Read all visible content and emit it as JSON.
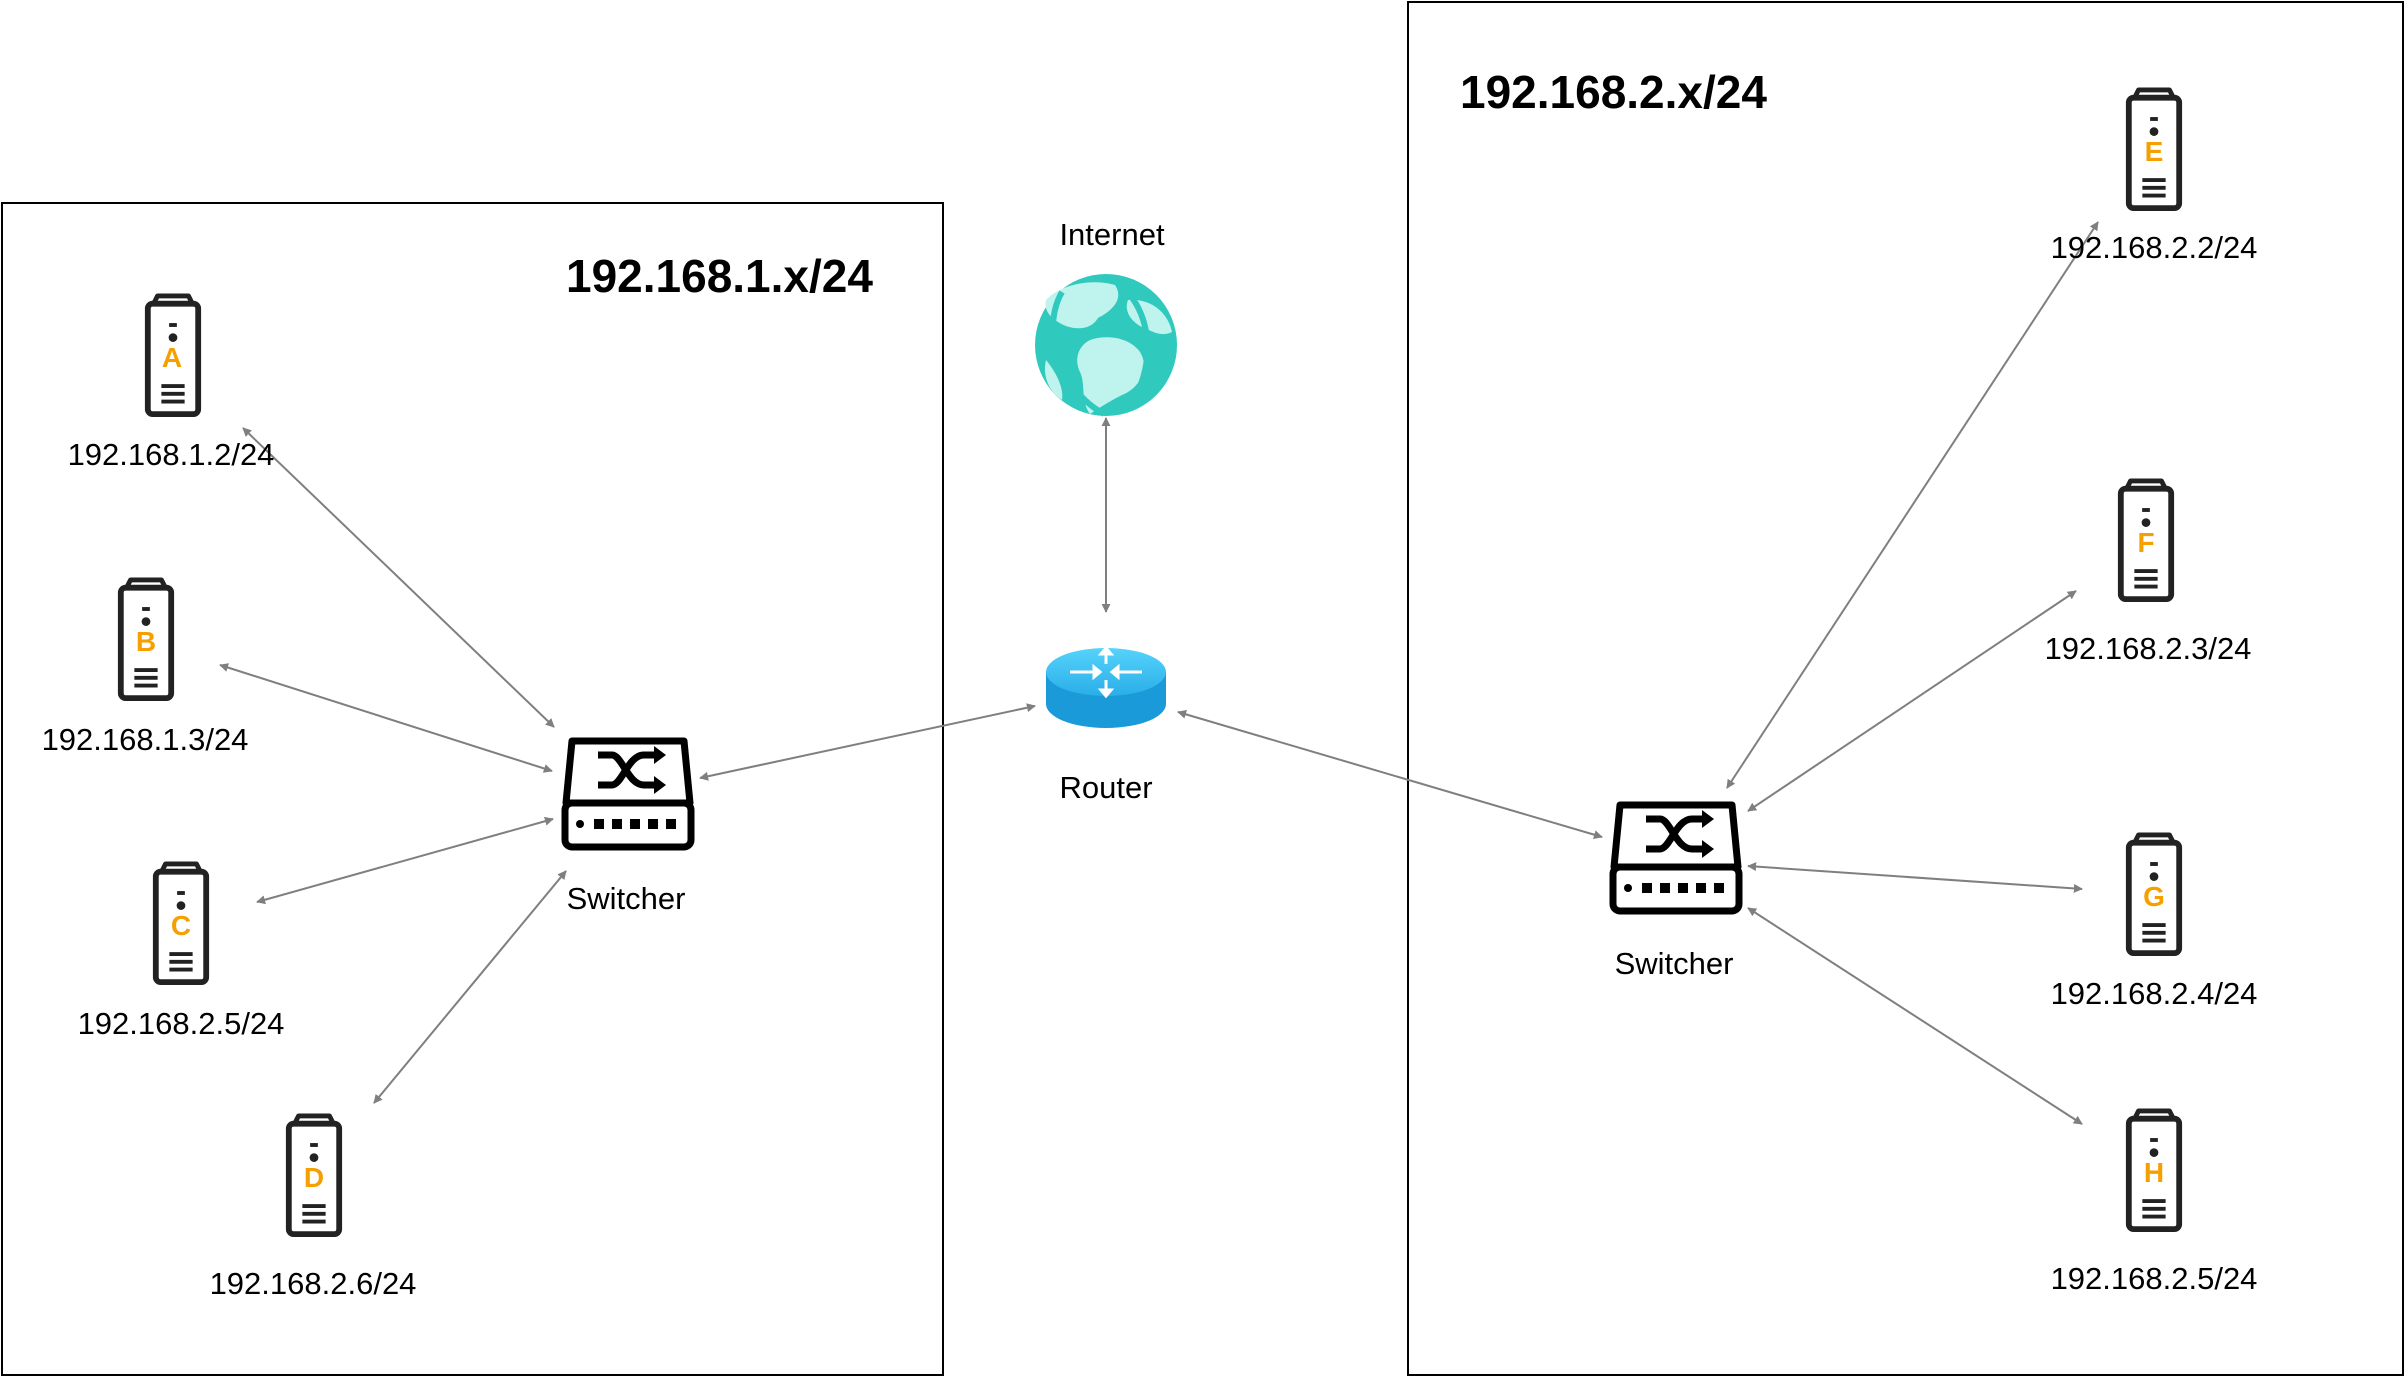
{
  "diagram": {
    "accent_color": "#f5a000",
    "line_color": "#7f7f7f",
    "internet_color": "#2fc9bd",
    "router_color": "#1a9ad9",
    "subnet_left": {
      "title": "192.168.1.x/24"
    },
    "subnet_right": {
      "title": "192.168.2.x/24"
    },
    "internet": {
      "label": "Internet",
      "icon": "globe-icon"
    },
    "router": {
      "label": "Router",
      "icon": "router-icon"
    },
    "switch_left": {
      "label": "Switcher",
      "icon": "switch-icon"
    },
    "switch_right": {
      "label": "Switcher",
      "icon": "switch-icon"
    },
    "hosts": [
      {
        "letter": "A",
        "ip": "192.168.1.2/24",
        "icon": "server-icon"
      },
      {
        "letter": "B",
        "ip": "192.168.1.3/24",
        "icon": "server-icon"
      },
      {
        "letter": "C",
        "ip": "192.168.2.5/24",
        "icon": "server-icon"
      },
      {
        "letter": "D",
        "ip": "192.168.2.6/24",
        "icon": "server-icon"
      },
      {
        "letter": "E",
        "ip": "192.168.2.2/24",
        "icon": "server-icon"
      },
      {
        "letter": "F",
        "ip": "192.168.2.3/24",
        "icon": "server-icon"
      },
      {
        "letter": "G",
        "ip": "192.168.2.4/24",
        "icon": "server-icon"
      },
      {
        "letter": "H",
        "ip": "192.168.2.5/24",
        "icon": "server-icon"
      }
    ],
    "links": [
      {
        "from": "host-a",
        "to": "switch-left"
      },
      {
        "from": "host-b",
        "to": "switch-left"
      },
      {
        "from": "host-c",
        "to": "switch-left"
      },
      {
        "from": "host-d",
        "to": "switch-left"
      },
      {
        "from": "switch-left",
        "to": "router"
      },
      {
        "from": "router",
        "to": "internet"
      },
      {
        "from": "router",
        "to": "switch-right"
      },
      {
        "from": "host-e",
        "to": "switch-right"
      },
      {
        "from": "host-f",
        "to": "switch-right"
      },
      {
        "from": "host-g",
        "to": "switch-right"
      },
      {
        "from": "host-h",
        "to": "switch-right"
      }
    ]
  }
}
